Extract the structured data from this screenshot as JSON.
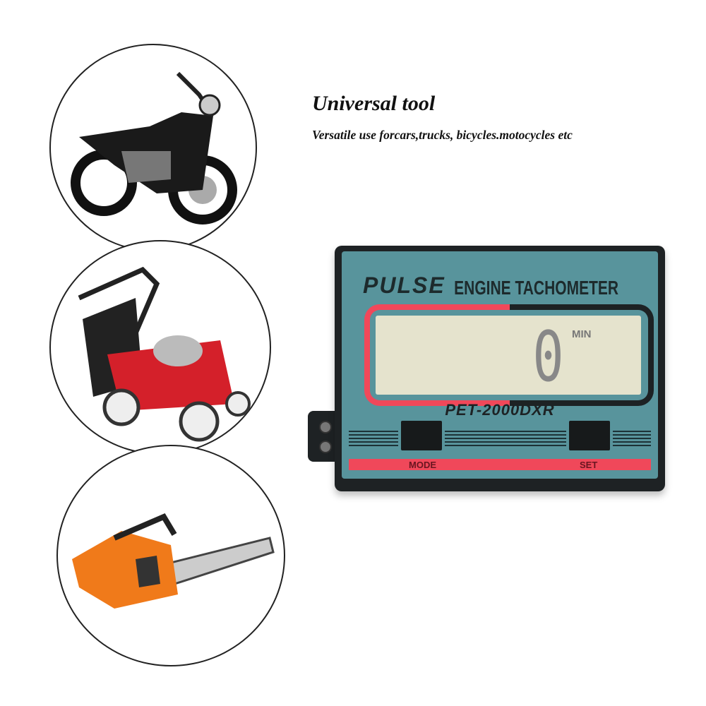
{
  "heading": {
    "title": "Universal tool",
    "subtitle": "Versatile use forcars,trucks, bicycles.motocycles etc"
  },
  "images": [
    {
      "subject": "motorcycle"
    },
    {
      "subject": "lawn-mower"
    },
    {
      "subject": "chainsaw"
    }
  ],
  "device": {
    "brand": "PULSE",
    "product": "ENGINE TACHOMETER",
    "reading": "0",
    "unit": "MIN",
    "model": "PET-2000DXR",
    "buttons": [
      "MODE",
      "SET"
    ],
    "colors": {
      "face": "#58949c",
      "accent": "#f0485a",
      "lcd": "#e5e3cd"
    }
  }
}
